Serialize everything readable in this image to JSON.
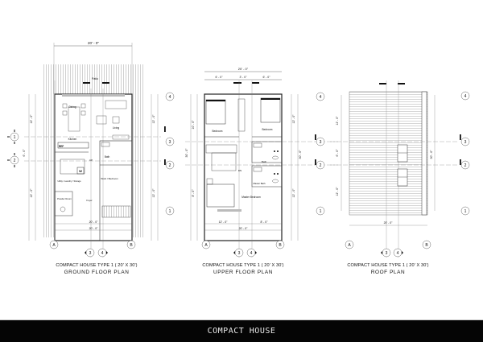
{
  "sheet_title": "COMPACT HOUSE",
  "plans": [
    {
      "id": "ground",
      "subtitle": "COMPACT HOUSE TYPE 1 ( 20' X 30')",
      "title": "GROUND FLOOR PLAN",
      "overall_width_dim": "20' - 0\"",
      "bottom_dims": [
        "20' - 0\"",
        "20' - 0\""
      ],
      "left_dims": [
        "12' - 0\"",
        "6' - 0\"",
        "12' - 0\""
      ],
      "right_dims": [
        "12' - 0\"",
        "6' - 0\"",
        "12' - 0\"",
        "30' - 0\""
      ],
      "rooms": [
        "Patio",
        "Dining",
        "Living",
        "Kitchen",
        "REF",
        "Bath",
        "W",
        "Utility / Laundry / Storage",
        "Work / Bedroom",
        "Powder Room",
        "Foyer",
        "UP"
      ]
    },
    {
      "id": "upper",
      "subtitle": "COMPACT HOUSE TYPE 1 ( 20' X 30')",
      "title": "UPPER FLOOR PLAN",
      "top_dims": [
        "20' - 0\"",
        "6' - 0\"",
        "3' - 0\"",
        "6' - 0\""
      ],
      "bottom_dims": [
        "12' - 0\"",
        "8' - 0\"",
        "20' - 0\""
      ],
      "left_dims": [
        "10' - 0\"",
        "3' - 0\"",
        "3' - 0\"",
        "3' - 0\"",
        "8' - 0\"",
        "30' - 0\""
      ],
      "right_dims": [
        "12' - 0\"",
        "6' - 0\"",
        "12' - 0\"",
        "30' - 0\""
      ],
      "rooms": [
        "Bedroom",
        "Bedroom",
        "Bath",
        "DN",
        "Master Bath",
        "Master Bedroom"
      ]
    },
    {
      "id": "roof",
      "subtitle": "COMPACT HOUSE TYPE 1 ( 20' X 30')",
      "title": "ROOF PLAN",
      "bottom_dims": [
        "20' - 0\""
      ],
      "left_dims": [
        "12' - 0\"",
        "6' - 0\"",
        "12' - 0\""
      ],
      "right_dims": [
        "30' - 0\""
      ]
    }
  ],
  "grid_labels": {
    "columns": [
      "A",
      "B"
    ],
    "rows": [
      "1",
      "2",
      "3",
      "4"
    ],
    "section_markers": [
      "3",
      "4"
    ]
  }
}
